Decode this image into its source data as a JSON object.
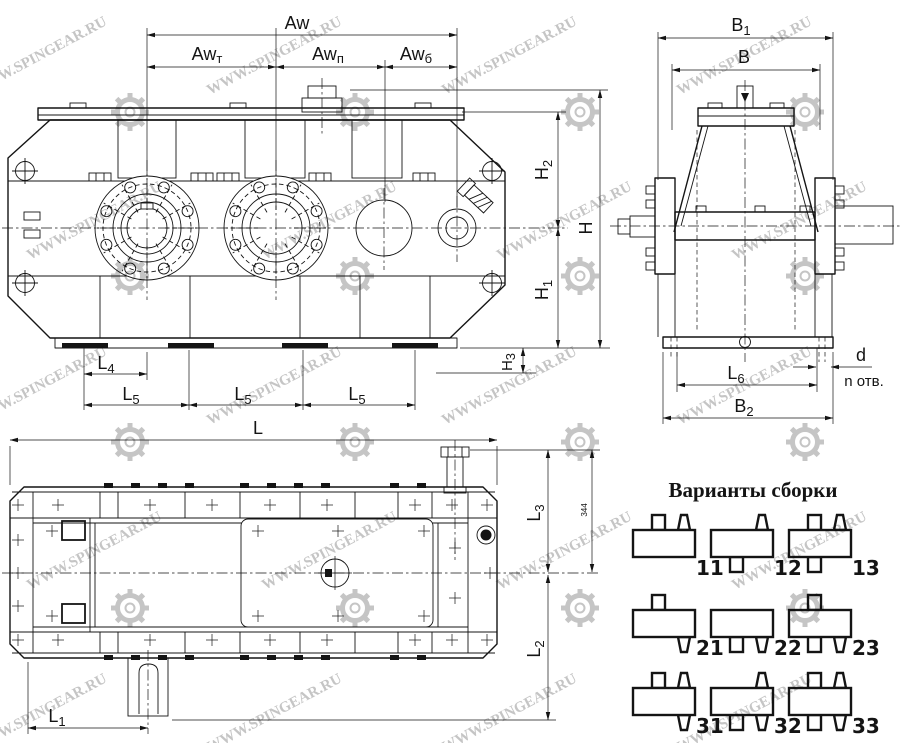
{
  "colors": {
    "watermark": "#c5c5c5",
    "ink": "#141414",
    "paper": "#ffffff"
  },
  "watermark": {
    "text": "WWW.SPINGEAR.RU",
    "logo": "spingear-gear-logo"
  },
  "front_view": {
    "aw": {
      "base": "Aw",
      "sub": ""
    },
    "awt": {
      "base": "Aw",
      "sub": "т"
    },
    "awp": {
      "base": "Aw",
      "sub": "п"
    },
    "awb": {
      "base": "Aw",
      "sub": "б"
    },
    "h": {
      "base": "H",
      "sub": ""
    },
    "h1": {
      "base": "H",
      "sub": "1"
    },
    "h2": {
      "base": "H",
      "sub": "2"
    },
    "h3": {
      "base": "H",
      "sub": "3"
    },
    "l4": {
      "base": "L",
      "sub": "4"
    },
    "l5a": {
      "base": "L",
      "sub": "5"
    },
    "l5b": {
      "base": "L",
      "sub": "5"
    },
    "l5c": {
      "base": "L",
      "sub": "5"
    }
  },
  "side_view": {
    "b1": {
      "base": "B",
      "sub": "1"
    },
    "b": {
      "base": "B",
      "sub": ""
    },
    "b2": {
      "base": "B",
      "sub": "2"
    },
    "l6": {
      "base": "L",
      "sub": "6"
    },
    "d": "d",
    "n_holes": "n отв."
  },
  "top_view": {
    "l": {
      "base": "L",
      "sub": ""
    },
    "l1": {
      "base": "L",
      "sub": "1"
    },
    "l2": {
      "base": "L",
      "sub": "2"
    },
    "l3": {
      "base": "L",
      "sub": "3"
    },
    "note": "344"
  },
  "assembly": {
    "title": "Варианты сборки",
    "variants": [
      {
        "id": "11",
        "input": "top",
        "output": "top"
      },
      {
        "id": "12",
        "input": "bottom",
        "output": "top"
      },
      {
        "id": "13",
        "input": "both",
        "output": "top"
      },
      {
        "id": "21",
        "input": "top",
        "output": "bottom"
      },
      {
        "id": "22",
        "input": "bottom",
        "output": "bottom"
      },
      {
        "id": "23",
        "input": "both",
        "output": "bottom"
      },
      {
        "id": "31",
        "input": "top",
        "output": "both"
      },
      {
        "id": "32",
        "input": "bottom",
        "output": "both"
      },
      {
        "id": "33",
        "input": "both",
        "output": "both"
      }
    ]
  }
}
